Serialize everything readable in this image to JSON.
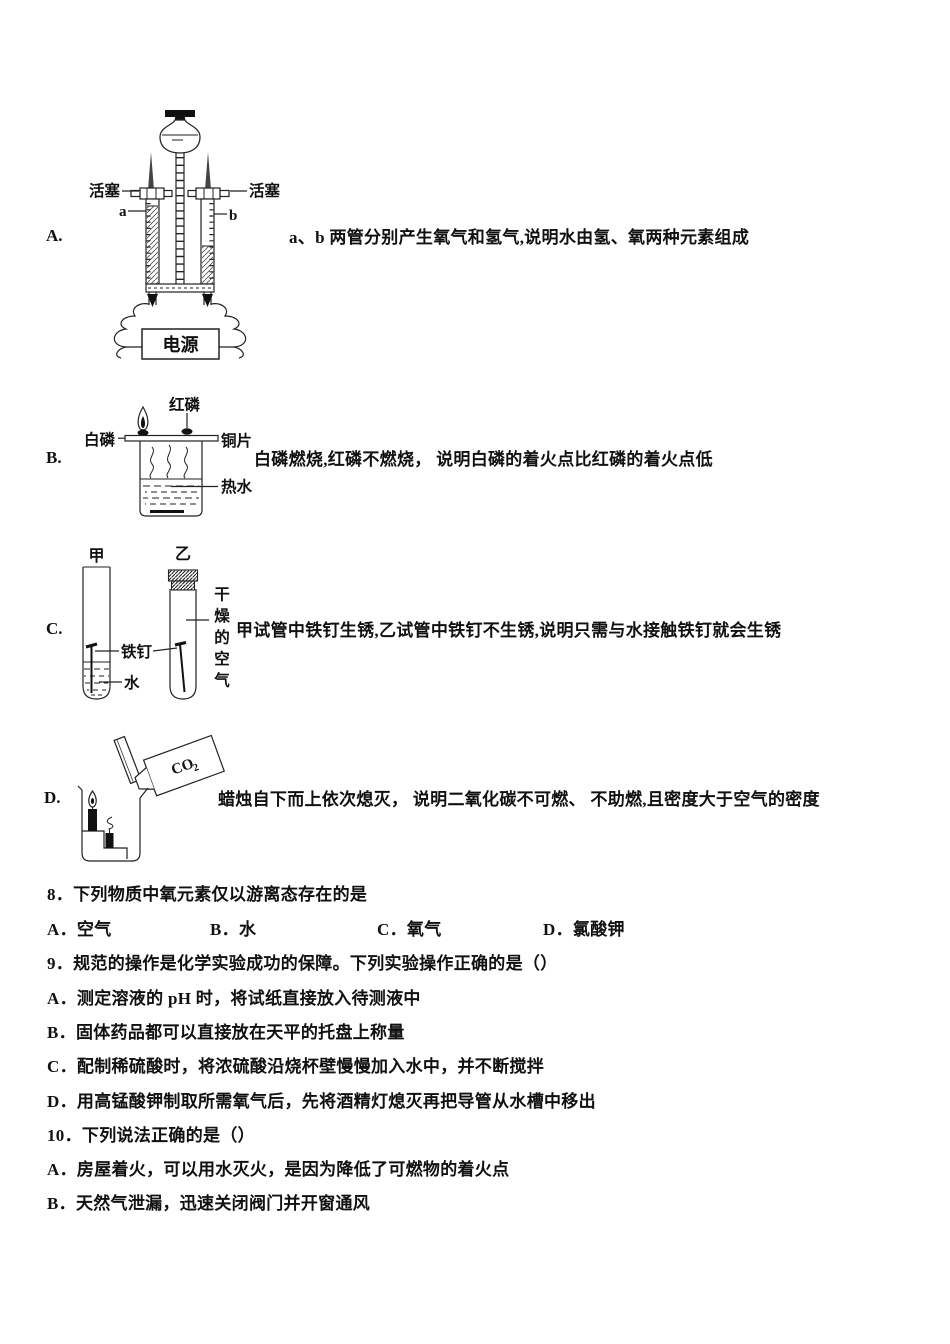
{
  "page": {
    "background": "#ffffff",
    "ink": "#111111"
  },
  "items": [
    {
      "letter": "A.",
      "text": "a、b 两管分别产生氧气和氢气,说明水由氢、氧两种元素组成",
      "labels": {
        "piston_left": "活塞",
        "piston_right": "活塞",
        "tube_a": "a",
        "tube_b": "b",
        "power": "电源"
      }
    },
    {
      "letter": "B.",
      "text": "白磷燃烧,红磷不燃烧， 说明白磷的着火点比红磷的着火点低",
      "labels": {
        "red_phosphorus": "红磷",
        "white_phosphorus": "白磷",
        "copper_sheet": "铜片",
        "hot_water": "热水"
      }
    },
    {
      "letter": "C.",
      "text": "甲试管中铁钉生锈,乙试管中铁钉不生锈,说明只需与水接触铁钉就会生锈",
      "labels": {
        "tube_jia": "甲",
        "tube_yi": "乙",
        "iron_nail": "铁钉",
        "water": "水",
        "dry_air": "干燥的空气"
      }
    },
    {
      "letter": "D.",
      "text": "蜡烛自下而上依次熄灭， 说明二氧化碳不可燃、 不助燃,且密度大于空气的密度",
      "labels": {
        "gas": "CO",
        "gas_sub": "2"
      }
    }
  ],
  "questions": [
    {
      "number": "8．",
      "stem": "下列物质中氧元素仅以游离态存在的是",
      "options": [
        {
          "key": "A．",
          "text": "空气"
        },
        {
          "key": "B．",
          "text": "水"
        },
        {
          "key": "C．",
          "text": "氧气"
        },
        {
          "key": "D．",
          "text": "氯酸钾"
        }
      ]
    },
    {
      "number": "9．",
      "stem": "规范的操作是化学实验成功的保障。下列实验操作正确的是（）",
      "options": [
        {
          "key": "A．",
          "text": "测定溶液的 pH 时，将试纸直接放入待测液中"
        },
        {
          "key": "B．",
          "text": "固体药品都可以直接放在天平的托盘上称量"
        },
        {
          "key": "C．",
          "text": "配制稀硫酸时，将浓硫酸沿烧杯壁慢慢加入水中，并不断搅拌"
        },
        {
          "key": "D．",
          "text": "用高锰酸钾制取所需氧气后，先将酒精灯熄灭再把导管从水槽中移出"
        }
      ]
    },
    {
      "number": "10．",
      "stem": "下列说法正确的是（）",
      "options": [
        {
          "key": "A．",
          "text": "房屋着火，可以用水灭火，是因为降低了可燃物的着火点"
        },
        {
          "key": "B．",
          "text": "天然气泄漏，迅速关闭阀门并开窗通风"
        }
      ]
    }
  ]
}
